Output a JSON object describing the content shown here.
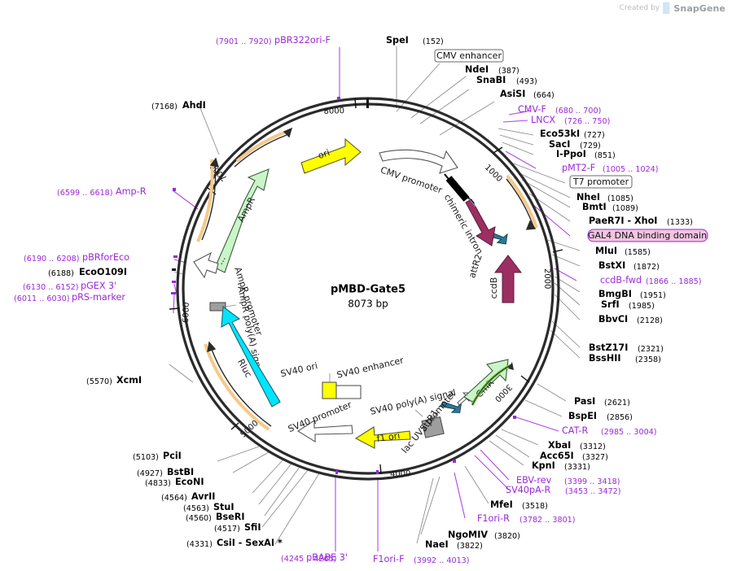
{
  "watermark": {
    "created": "Created by",
    "brand": "SnapGene",
    "icon": "dna-icon"
  },
  "plasmid": {
    "name": "pMBD-Gate5",
    "size": "8073 bp",
    "length_bp": 8073
  },
  "ruler_ticks": [
    "1000",
    "2000",
    "3000",
    "4000",
    "5000",
    "6000",
    "7000",
    "8000"
  ],
  "features": [
    {
      "label": "ori",
      "color": "#ffff00",
      "kind": "arrow"
    },
    {
      "label": "AmpR",
      "color": "#c9f5c9",
      "kind": "arrow"
    },
    {
      "label": "AmpR promoter",
      "color": "#ffffff",
      "kind": "arrow"
    },
    {
      "label": "AmpR poly(A) signal",
      "color": "#9e9e9e",
      "kind": "box"
    },
    {
      "label": "Rluc",
      "color": "#00e5ff",
      "kind": "arrow"
    },
    {
      "label": "SV40 ori",
      "color": "#ffff00",
      "kind": "box"
    },
    {
      "label": "SV40 enhancer",
      "color": "#ffffff",
      "kind": "box"
    },
    {
      "label": "SV40 promoter",
      "color": "#ffffff",
      "kind": "arrow"
    },
    {
      "label": "SV40 poly(A) signal",
      "color": "#9e9e9e",
      "kind": "box"
    },
    {
      "label": "f1 ori",
      "color": "#ffff00",
      "kind": "arrow"
    },
    {
      "label": "attR1",
      "color": "#2c7a96",
      "kind": "arrow"
    },
    {
      "label": "lac UV5 promoter",
      "color": "#ffffff",
      "kind": "arrow"
    },
    {
      "label": "CmR",
      "color": "#c9f5c9",
      "kind": "arrow"
    },
    {
      "label": "ccdB",
      "color": "#9c2f62",
      "kind": "arrow"
    },
    {
      "label": "attR2",
      "color": "#2c7a96",
      "kind": "arrow"
    },
    {
      "label": "chimeric intron",
      "color": "#000000",
      "kind": "intron"
    },
    {
      "label": "CMV promoter",
      "color": "#ffffff",
      "kind": "arrow"
    }
  ],
  "boxed_labels": [
    {
      "label": "CMV enhancer",
      "style": "grey"
    },
    {
      "label": "T7 promoter",
      "style": "grey"
    },
    {
      "label": "GAL4 DNA binding domain",
      "style": "pink"
    }
  ],
  "annotations": [
    {
      "name": "pBR322ori-F",
      "pos": "(7901 .. 7920)",
      "type": "primer",
      "side": "left"
    },
    {
      "name": "AhdI",
      "pos": "(7168)",
      "type": "enzyme",
      "side": "left"
    },
    {
      "name": "Amp-R",
      "pos": "(6599 .. 6618)",
      "type": "primer",
      "side": "left"
    },
    {
      "name": "pBRforEco",
      "pos": "(6190 .. 6208)",
      "type": "primer",
      "side": "left"
    },
    {
      "name": "EcoO109I",
      "pos": "(6188)",
      "type": "enzyme",
      "side": "left"
    },
    {
      "name": "pGEX 3'",
      "pos": "(6130 .. 6152)",
      "type": "primer",
      "side": "left"
    },
    {
      "name": "pRS-marker",
      "pos": "(6011 .. 6030)",
      "type": "primer",
      "side": "left"
    },
    {
      "name": "XcmI",
      "pos": "(5570)",
      "type": "enzyme",
      "side": "left"
    },
    {
      "name": "PciI",
      "pos": "(5103)",
      "type": "enzyme",
      "side": "left"
    },
    {
      "name": "BstBI",
      "pos": "(4927)",
      "type": "enzyme",
      "side": "left"
    },
    {
      "name": "EcoNI",
      "pos": "(4833)",
      "type": "enzyme",
      "side": "left"
    },
    {
      "name": "AvrII",
      "pos": "(4564)",
      "type": "enzyme",
      "side": "left"
    },
    {
      "name": "StuI",
      "pos": "(4563)",
      "type": "enzyme",
      "side": "left"
    },
    {
      "name": "BseRI",
      "pos": "(4560)",
      "type": "enzyme",
      "side": "left"
    },
    {
      "name": "SfiI",
      "pos": "(4517)",
      "type": "enzyme",
      "side": "left"
    },
    {
      "name": "CsiI  - SexAI *",
      "pos": "(4331)",
      "type": "enzyme",
      "side": "left"
    },
    {
      "name": "pBABE 3'",
      "pos": "(4245 .. 4265)",
      "type": "primer",
      "side": "left"
    },
    {
      "name": "F1ori-F",
      "pos": "(3992 .. 4013)",
      "type": "primer",
      "side": "bottom"
    },
    {
      "name": "NaeI",
      "pos": "(3822)",
      "type": "enzyme",
      "side": "bottom"
    },
    {
      "name": "NgoMIV",
      "pos": "(3820)",
      "type": "enzyme",
      "side": "bottom"
    },
    {
      "name": "F1ori-R",
      "pos": "(3782 .. 3801)",
      "type": "primer",
      "side": "bottom"
    },
    {
      "name": "MfeI",
      "pos": "(3518)",
      "type": "enzyme",
      "side": "bottom"
    },
    {
      "name": "SV40pA-R",
      "pos": "(3453 .. 3472)",
      "type": "primer",
      "side": "right"
    },
    {
      "name": "EBV-rev",
      "pos": "(3399 .. 3418)",
      "type": "primer",
      "side": "right"
    },
    {
      "name": "KpnI",
      "pos": "(3331)",
      "type": "enzyme",
      "side": "right"
    },
    {
      "name": "Acc65I",
      "pos": "(3327)",
      "type": "enzyme",
      "side": "right"
    },
    {
      "name": "XbaI",
      "pos": "(3312)",
      "type": "enzyme",
      "side": "right"
    },
    {
      "name": "CAT-R",
      "pos": "(2985 .. 3004)",
      "type": "primer",
      "side": "right"
    },
    {
      "name": "BspEI",
      "pos": "(2856)",
      "type": "enzyme",
      "side": "right"
    },
    {
      "name": "PasI",
      "pos": "(2621)",
      "type": "enzyme",
      "side": "right"
    },
    {
      "name": "BssHII",
      "pos": "(2358)",
      "type": "enzyme",
      "side": "right"
    },
    {
      "name": "BstZ17I",
      "pos": "(2321)",
      "type": "enzyme",
      "side": "right"
    },
    {
      "name": "BbvCI",
      "pos": "(2128)",
      "type": "enzyme",
      "side": "right"
    },
    {
      "name": "SrfI",
      "pos": "(1985)",
      "type": "enzyme",
      "side": "right"
    },
    {
      "name": "BmgBI",
      "pos": "(1951)",
      "type": "enzyme",
      "side": "right"
    },
    {
      "name": "ccdB-fwd",
      "pos": "(1866 .. 1885)",
      "type": "primer",
      "side": "right"
    },
    {
      "name": "BstXI",
      "pos": "(1872)",
      "type": "enzyme",
      "side": "right"
    },
    {
      "name": "MluI",
      "pos": "(1585)",
      "type": "enzyme",
      "side": "right"
    },
    {
      "name": "PaeR7I  - XhoI",
      "pos": "(1333)",
      "type": "enzyme",
      "side": "right"
    },
    {
      "name": "BmtI",
      "pos": "(1089)",
      "type": "enzyme",
      "side": "right"
    },
    {
      "name": "NheI",
      "pos": "(1085)",
      "type": "enzyme",
      "side": "right"
    },
    {
      "name": "pMT2-F",
      "pos": "(1005 .. 1024)",
      "type": "primer",
      "side": "right"
    },
    {
      "name": "I-PpoI",
      "pos": "(851)",
      "type": "enzyme",
      "side": "right"
    },
    {
      "name": "SacI",
      "pos": "(729)",
      "type": "enzyme",
      "side": "right"
    },
    {
      "name": "Eco53kI",
      "pos": "(727)",
      "type": "enzyme",
      "side": "right"
    },
    {
      "name": "LNCX",
      "pos": "(726 .. 750)",
      "type": "primer",
      "side": "right"
    },
    {
      "name": "CMV-F",
      "pos": "(680 .. 700)",
      "type": "primer",
      "side": "right"
    },
    {
      "name": "AsiSI",
      "pos": "(664)",
      "type": "enzyme",
      "side": "right"
    },
    {
      "name": "SnaBI",
      "pos": "(493)",
      "type": "enzyme",
      "side": "right"
    },
    {
      "name": "NdeI",
      "pos": "(387)",
      "type": "enzyme",
      "side": "right"
    },
    {
      "name": "SpeI",
      "pos": "(152)",
      "type": "enzyme",
      "side": "top"
    }
  ],
  "colors": {
    "primer": "#9a29d6",
    "backbone": "#2b2b2b",
    "ori": "#ffff00",
    "ampr": "#c9f5c9",
    "rluc": "#00e5ff",
    "ccdb": "#9c2f62",
    "attr": "#2c7a96",
    "cmr": "#c9f5c9",
    "gal4_box": "#f2c4e0",
    "orf_arrow": "#f5c98a"
  }
}
